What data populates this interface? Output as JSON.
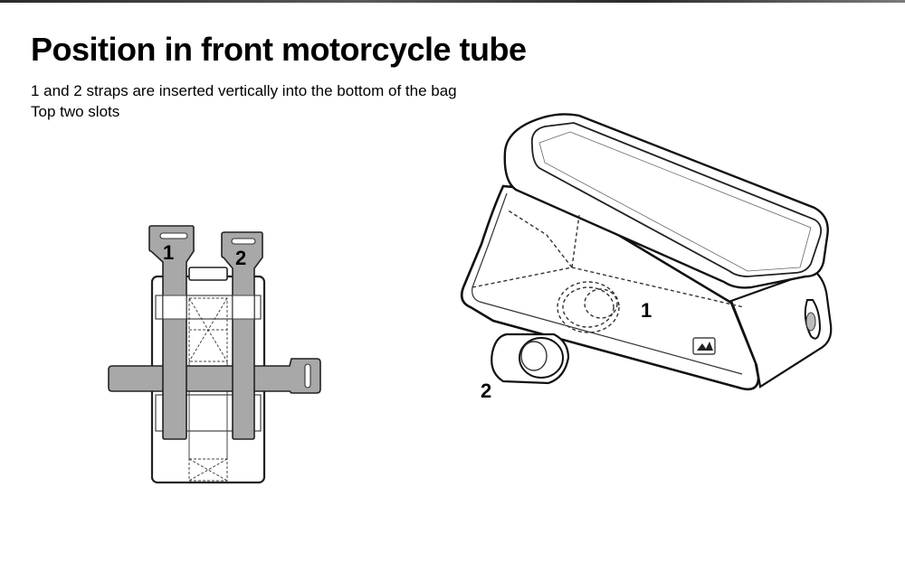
{
  "heading": {
    "title": "Position in front motorcycle tube",
    "line1": "1 and 2 straps are inserted vertically into the bottom of the bag",
    "line2": "Top two slots"
  },
  "left_diagram": {
    "strap1_number": "1",
    "strap2_number": "2"
  },
  "right_diagram": {
    "strap1_number": "1",
    "strap2_number": "2"
  }
}
